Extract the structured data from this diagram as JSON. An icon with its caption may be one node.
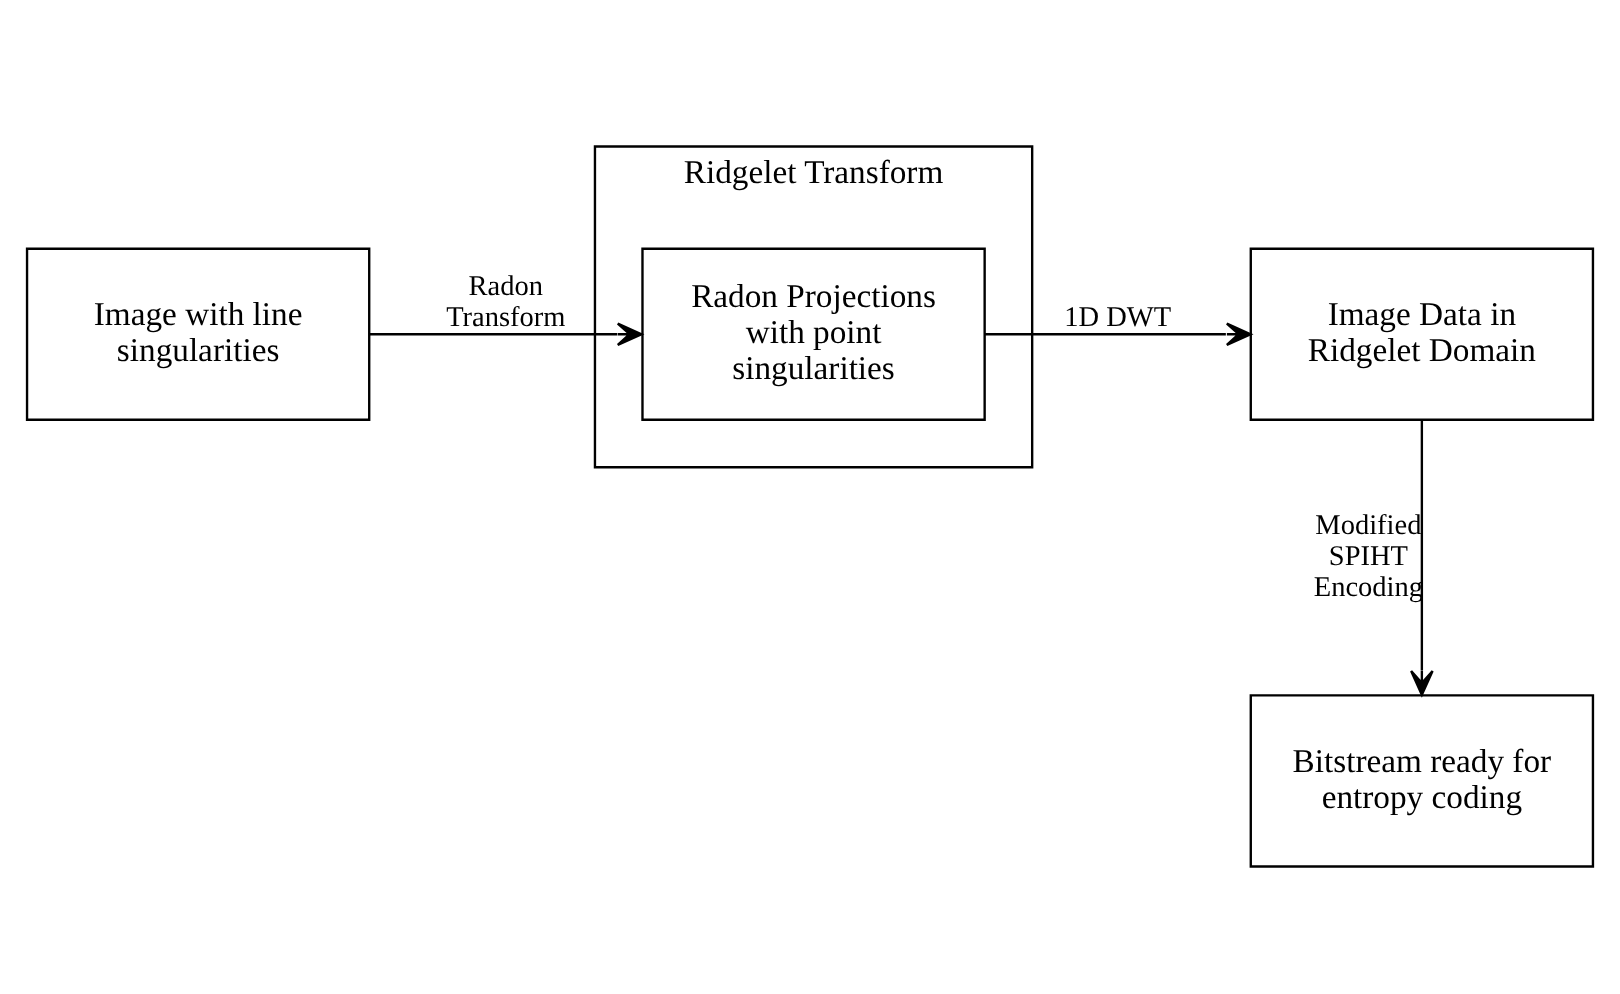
{
  "diagram": {
    "nodes": [
      {
        "text": [
          "Image with line singularities"
        ]
      },
      {
        "text": [
          "Ridgelet Transform"
        ]
      },
      {
        "text": [
          "Radon Projections with point singularities"
        ],
        "in": 1
      },
      {
        "text": [
          "Image Data in Ridgelet Domain"
        ]
      },
      {
        "text": [
          "Bitstream ready for entropy coding"
        ]
      }
    ],
    "edges": [
      {
        "from": 0,
        "to": 2,
        "arrow": "to",
        "label": "Radon Transform"
      },
      {
        "from": 2,
        "to": 3,
        "arrow": "to",
        "label": "1D DWT"
      },
      {
        "from": 3,
        "to": 4,
        "arrow": "to",
        "label": "Modified SPIHT Encoding"
      }
    ]
  }
}
